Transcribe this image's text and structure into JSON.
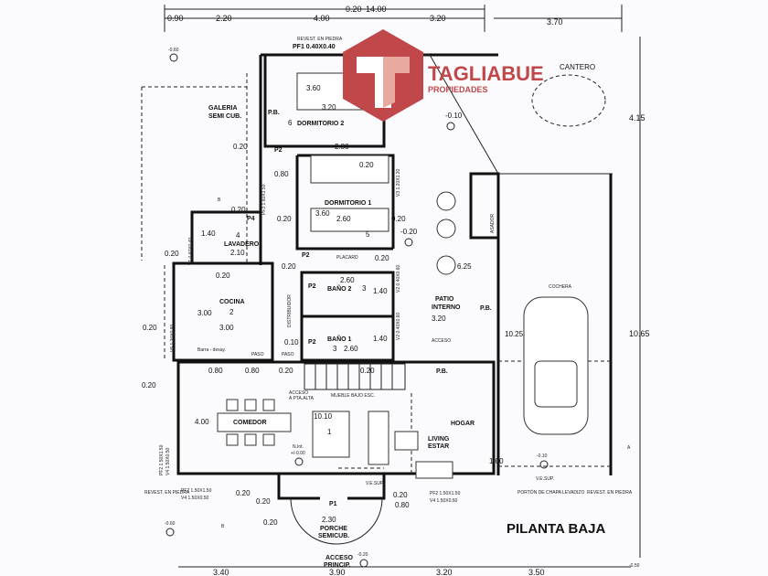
{
  "logo": {
    "brand": "TAGLIABUE",
    "sub": "PROPIEDADES",
    "color": "#c0474a"
  },
  "title": "PILANTA BAJA",
  "top_dimensions": [
    "0.90",
    "2.20",
    "4.00",
    "0.20",
    "14.00",
    "3.20",
    "3.70"
  ],
  "bottom_dimensions": [
    "3.40",
    "3.90",
    "3.20",
    "3.50"
  ],
  "side_dimensions": {
    "right_top": "4.15",
    "right_total": "10.65",
    "cochera": "10.255"
  },
  "levels": [
    "-0.60",
    "-0.10",
    "-0.20",
    "-0.10",
    "-0.60",
    "-0.20",
    "-0.50"
  ],
  "rooms": {
    "dormitorio2": {
      "name": "DORMITORIO 2",
      "num": "6",
      "dims": [
        "3.60",
        "3.20",
        "2.80"
      ]
    },
    "galeria": {
      "line1": "GALERIA",
      "line2": "SEMI CUB."
    },
    "dormitorio1": {
      "name": "DORMITORIO 1",
      "num": "5",
      "dims": [
        "0.20",
        "0.80",
        "0.20",
        "3.60",
        "2.60",
        "0.20"
      ],
      "placard": "PLACARD"
    },
    "lavadero": {
      "name": "LAVADERO",
      "num": "4",
      "dims": [
        "1.40",
        "0.20",
        "2.10",
        "0.20"
      ]
    },
    "cocina": {
      "name": "COCINA",
      "num": "2",
      "dims": [
        "3.00",
        "3.00",
        "0.20",
        "0.20"
      ],
      "barra": "Barra - desay."
    },
    "bano2": {
      "name": "BAÑO 2",
      "num": "3",
      "dims": [
        "2.60",
        "1.40"
      ]
    },
    "bano1": {
      "name": "BAÑO 1",
      "num": "3",
      "dims": [
        "2.60",
        "1.40"
      ]
    },
    "patio": {
      "line1": "PATIO",
      "line2": "INTERNO",
      "dims": [
        "3.20",
        "6.25"
      ],
      "acceso": "ACCESO"
    },
    "cochera": {
      "name": "COCHERA",
      "asador": "ASADOR"
    },
    "comedor": {
      "name": "COMEDOR",
      "dim": "4.00"
    },
    "living": {
      "line1": "LIVING",
      "line2": "ESTAR",
      "num": "1",
      "dim": "10.10"
    },
    "hogar": "HOGAR",
    "porche": {
      "line1": "PORCHE",
      "line2": "SEMICUB.",
      "dim": "2.30"
    },
    "acceso_princip": {
      "line1": "ACCESO",
      "line2": "PRINCIP."
    },
    "cantero": "CANTERO"
  },
  "annotations": {
    "revest_piedra": "REVEST. EN PIEDRA",
    "pf1": "PF1 0.40X0.40",
    "pb": "P.B.",
    "p2": "P2",
    "p4": "P4",
    "p1": "P1",
    "paso": "PASO",
    "distribuidor": "DISTRIBUIDOR",
    "b": "B",
    "a": "A",
    "acceso_pta_alta_1": "ACCESO",
    "acceso_pta_alta_2": "A PTA.ALTA",
    "mueble": "MUEBLE BAJO ESC.",
    "nint1": "N.Int.",
    "nint2": "+/-0.00",
    "vesup": "V.E.SUP.",
    "pf2": "PF2 1.50X1.50",
    "v4": "V4 1.50X0.50",
    "v1": "V1 0.60X0.40",
    "pf3": "PF3 1.60X1.50",
    "v3": "V3 1.20X1.20",
    "v2": "V2 0.40X0.60",
    "v5": "V5 1.20X0.80",
    "portón": "PORTÓN DE CHAPA LEVADIZO",
    "misc_dims": [
      "0.20",
      "0.80",
      "0.80",
      "0.20",
      "0.20",
      "0.20",
      "1.00",
      "0.20",
      "0.20",
      "0.20",
      "0.10",
      "0.80",
      "0.20",
      "0.20"
    ]
  }
}
